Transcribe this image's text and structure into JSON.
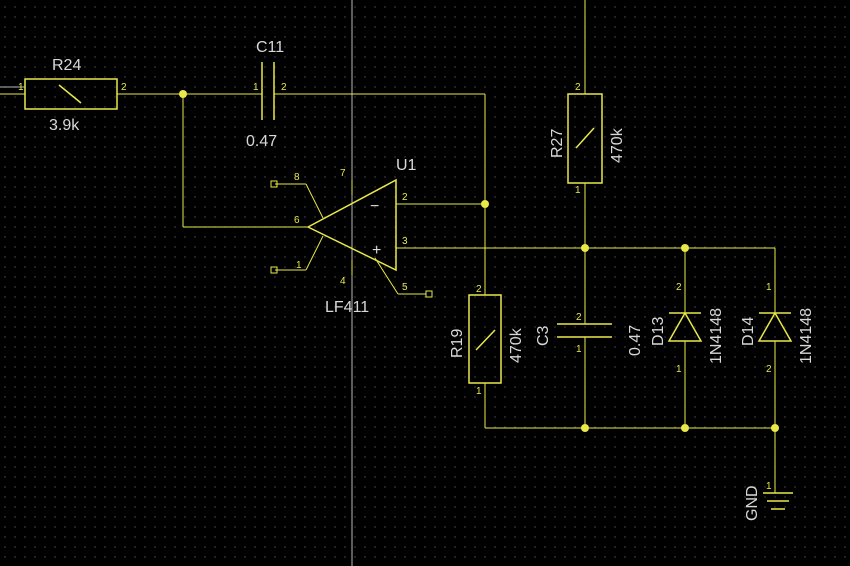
{
  "colors": {
    "background": "#000000",
    "wire": "#e8e84a",
    "text": "#d8d8d8",
    "grid": "#555555"
  },
  "components": {
    "r24": {
      "ref": "R24",
      "value": "3.9k",
      "pin1": "1",
      "pin2": "2"
    },
    "c11": {
      "ref": "C11",
      "value": "0.47",
      "pin1": "1",
      "pin2": "2"
    },
    "u1": {
      "ref": "U1",
      "part": "LF411",
      "pin_minus_sign": "−",
      "pin_plus_sign": "+",
      "pins": {
        "p2": "2",
        "p3": "3",
        "p6": "6",
        "p7": "7",
        "p4": "4",
        "p8": "8",
        "p1": "1",
        "p5": "5"
      }
    },
    "r27": {
      "ref": "R27",
      "value": "470k",
      "pin1": "1",
      "pin2": "2"
    },
    "r19": {
      "ref": "R19",
      "value": "470k",
      "pin1": "1",
      "pin2": "2"
    },
    "c3": {
      "ref": "C3",
      "value": "0.47",
      "pin1": "1",
      "pin2": "2"
    },
    "d13": {
      "ref": "D13",
      "part": "1N4148",
      "pin1": "1",
      "pin2": "2"
    },
    "d14": {
      "ref": "D14",
      "part": "1N4148",
      "pin1": "1",
      "pin2": "2"
    },
    "gnd": {
      "label": "GND",
      "pin": "1"
    }
  }
}
